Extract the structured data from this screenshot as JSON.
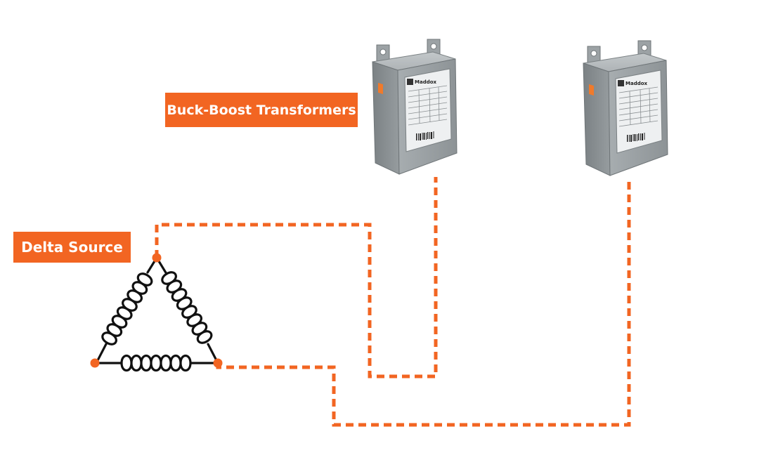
{
  "labels": {
    "buck_boost": "Buck-Boost Transformers",
    "delta_source": "Delta Source"
  },
  "transformer_brand": "Maddox",
  "colors": {
    "accent": "#f26522",
    "coil": "#111111",
    "enclosure": "#9aa0a3"
  },
  "icons": [
    "transformer-1-icon",
    "transformer-2-icon",
    "delta-coil-icon"
  ]
}
